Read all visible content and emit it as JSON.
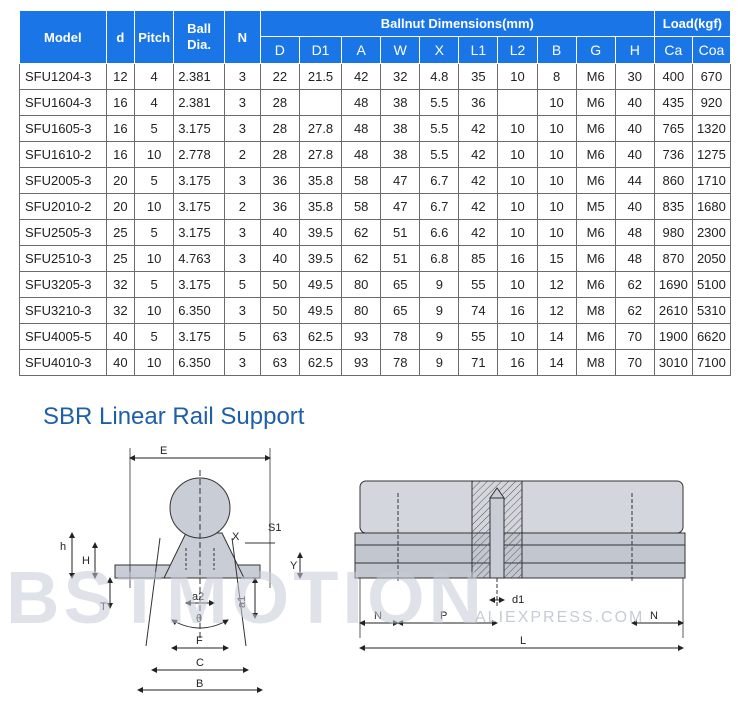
{
  "table": {
    "headers": {
      "model": "Model",
      "d": "d",
      "pitch": "Pitch",
      "ball": "Ball Dia.",
      "n": "N",
      "group": "Ballnut Dimensions(mm)",
      "load": "Load(kgf)"
    },
    "sub_headers": [
      "D",
      "D1",
      "A",
      "W",
      "X",
      "L1",
      "L2",
      "B",
      "G",
      "H",
      "Ca",
      "Coa"
    ],
    "rows": [
      [
        "SFU1204-3",
        "12",
        "4",
        "2.381",
        "3",
        "22",
        "21.5",
        "42",
        "32",
        "4.8",
        "35",
        "10",
        "8",
        "M6",
        "30",
        "400",
        "670"
      ],
      [
        "SFU1604-3",
        "16",
        "4",
        "2.381",
        "3",
        "28",
        "",
        "48",
        "38",
        "5.5",
        "36",
        "",
        "10",
        "M6",
        "40",
        "435",
        "920"
      ],
      [
        "SFU1605-3",
        "16",
        "5",
        "3.175",
        "3",
        "28",
        "27.8",
        "48",
        "38",
        "5.5",
        "42",
        "10",
        "10",
        "M6",
        "40",
        "765",
        "1320"
      ],
      [
        "SFU1610-2",
        "16",
        "10",
        "2.778",
        "2",
        "28",
        "27.8",
        "48",
        "38",
        "5.5",
        "42",
        "10",
        "10",
        "M6",
        "40",
        "736",
        "1275"
      ],
      [
        "SFU2005-3",
        "20",
        "5",
        "3.175",
        "3",
        "36",
        "35.8",
        "58",
        "47",
        "6.7",
        "42",
        "10",
        "10",
        "M6",
        "44",
        "860",
        "1710"
      ],
      [
        "SFU2010-2",
        "20",
        "10",
        "3.175",
        "2",
        "36",
        "35.8",
        "58",
        "47",
        "6.7",
        "42",
        "10",
        "10",
        "M5",
        "40",
        "835",
        "1680"
      ],
      [
        "SFU2505-3",
        "25",
        "5",
        "3.175",
        "3",
        "40",
        "39.5",
        "62",
        "51",
        "6.6",
        "42",
        "10",
        "10",
        "M6",
        "48",
        "980",
        "2300"
      ],
      [
        "SFU2510-3",
        "25",
        "10",
        "4.763",
        "3",
        "40",
        "39.5",
        "62",
        "51",
        "6.8",
        "85",
        "16",
        "15",
        "M6",
        "48",
        "870",
        "2050"
      ],
      [
        "SFU3205-3",
        "32",
        "5",
        "3.175",
        "5",
        "50",
        "49.5",
        "80",
        "65",
        "9",
        "55",
        "10",
        "12",
        "M6",
        "62",
        "1690",
        "5100"
      ],
      [
        "SFU3210-3",
        "32",
        "10",
        "6.350",
        "3",
        "50",
        "49.5",
        "80",
        "65",
        "9",
        "74",
        "16",
        "12",
        "M8",
        "62",
        "2610",
        "5310"
      ],
      [
        "SFU4005-5",
        "40",
        "5",
        "3.175",
        "5",
        "63",
        "62.5",
        "93",
        "78",
        "9",
        "55",
        "10",
        "14",
        "M6",
        "70",
        "1900",
        "6620"
      ],
      [
        "SFU4010-3",
        "40",
        "10",
        "6.350",
        "3",
        "63",
        "62.5",
        "93",
        "78",
        "9",
        "71",
        "16",
        "14",
        "M8",
        "70",
        "3010",
        "7100"
      ]
    ]
  },
  "section_title": "SBR Linear Rail Support",
  "diagram_labels": {
    "E": "E",
    "h": "h",
    "H": "H",
    "T": "T",
    "X": "X",
    "S1": "S1",
    "Y": "Y",
    "a2": "a2",
    "a1": "a1",
    "theta": "θ",
    "F": "F",
    "C": "C",
    "B": "B",
    "N": "N",
    "P": "P",
    "d1": "d1",
    "L": "L"
  },
  "watermark": {
    "main": "BSTMOTION",
    "sub": "ALIEXPRESS.COM"
  }
}
